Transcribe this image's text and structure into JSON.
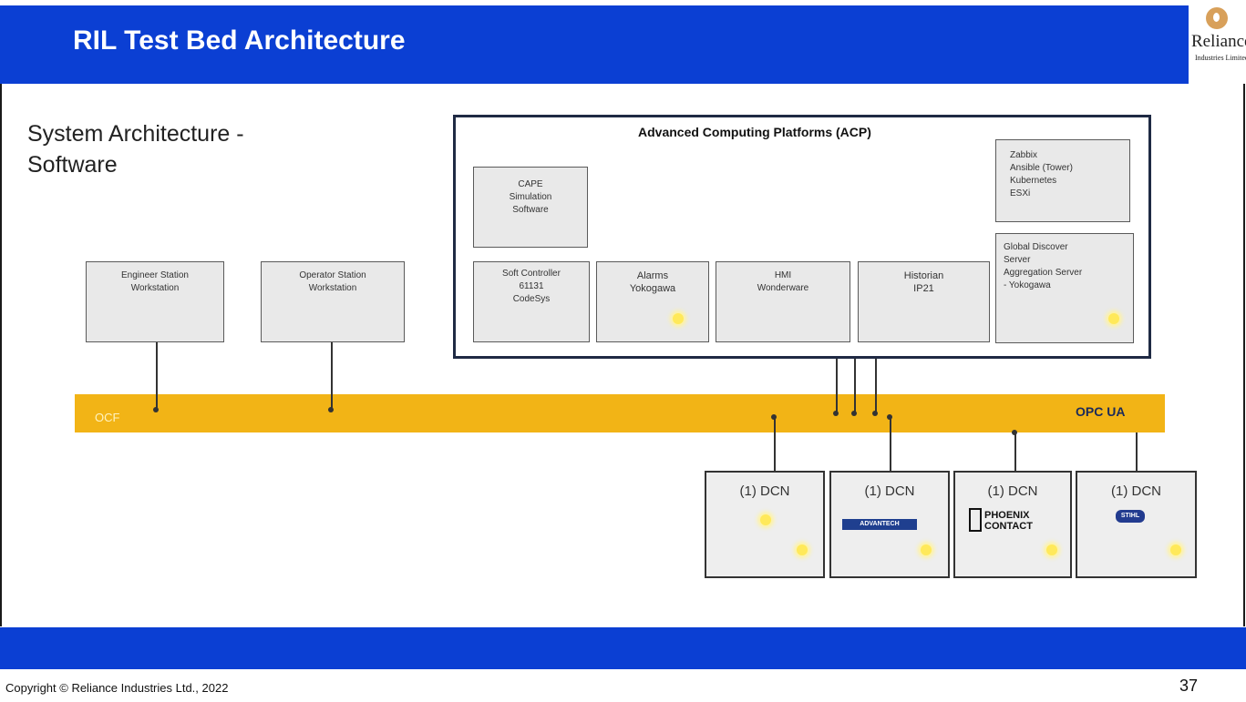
{
  "header": {
    "title": "RIL Test Bed Architecture",
    "logo_text": "Reliance",
    "logo_subtext": "Industries Limited"
  },
  "slide": {
    "subtitle": "System Architecture -\nSoftware"
  },
  "acp": {
    "title": "Advanced Computing Platforms (ACP)",
    "boxes": {
      "cape": [
        "CAPE",
        "Simulation",
        "Software"
      ],
      "tools": [
        "Zabbix",
        "Ansible (Tower)",
        "Kubernetes",
        "ESXi"
      ],
      "soft_controller": [
        "Soft Controller",
        "61131",
        "CodeSys"
      ],
      "alarms": [
        "Alarms",
        "Yokogawa"
      ],
      "hmi": [
        "HMI",
        "Wonderware"
      ],
      "historian": [
        "Historian",
        "IP21"
      ],
      "global_discover": [
        "Global Discover",
        "Server",
        "Aggregation Server",
        "- Yokogawa"
      ]
    }
  },
  "stations": {
    "engineer": [
      "Engineer Station",
      "Workstation"
    ],
    "operator": [
      "Operator Station",
      "Workstation"
    ]
  },
  "bus": {
    "left_label": "OCF",
    "right_label": "OPC UA"
  },
  "dcn": {
    "labels": [
      "(1) DCN",
      "(1) DCN",
      "(1) DCN",
      "(1) DCN"
    ],
    "vendor_logos": [
      "ADVANTECH",
      "PHOENIX CONTACT",
      "STIHL"
    ]
  },
  "footer": {
    "copyright": "Copyright © Reliance Industries Ltd., 2022",
    "page_number": "37"
  },
  "colors": {
    "header_blue": "#0b3fd3",
    "bus_yellow": "#f2b416",
    "box_grey": "#e9e9e9"
  }
}
